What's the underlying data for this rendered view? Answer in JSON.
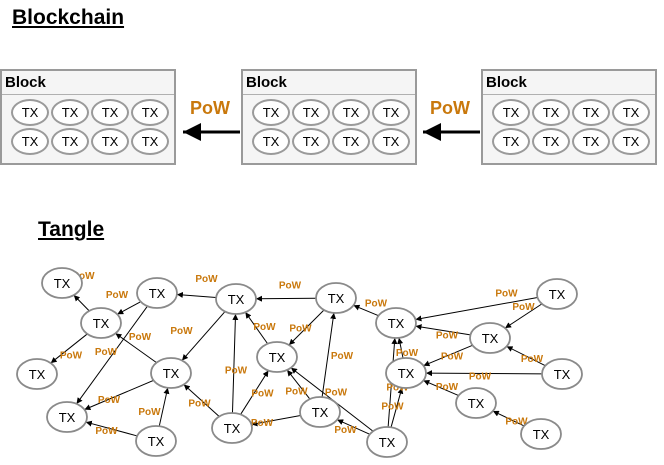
{
  "blockchain": {
    "title": "Blockchain",
    "blocks": [
      {
        "label": "Block",
        "txs": [
          "TX",
          "TX",
          "TX",
          "TX",
          "TX",
          "TX",
          "TX",
          "TX"
        ]
      },
      {
        "label": "Block",
        "txs": [
          "TX",
          "TX",
          "TX",
          "TX",
          "TX",
          "TX",
          "TX",
          "TX"
        ]
      },
      {
        "label": "Block",
        "txs": [
          "TX",
          "TX",
          "TX",
          "TX",
          "TX",
          "TX",
          "TX",
          "TX"
        ]
      }
    ],
    "pow_labels": [
      "PoW",
      "PoW"
    ]
  },
  "tangle": {
    "title": "Tangle",
    "node_label": "TX",
    "edge_label": "PoW",
    "edge_count": 33
  },
  "colors": {
    "pow": "#c9780c",
    "border": "#9a9a9a",
    "block_fill": "#f5f5f5"
  }
}
